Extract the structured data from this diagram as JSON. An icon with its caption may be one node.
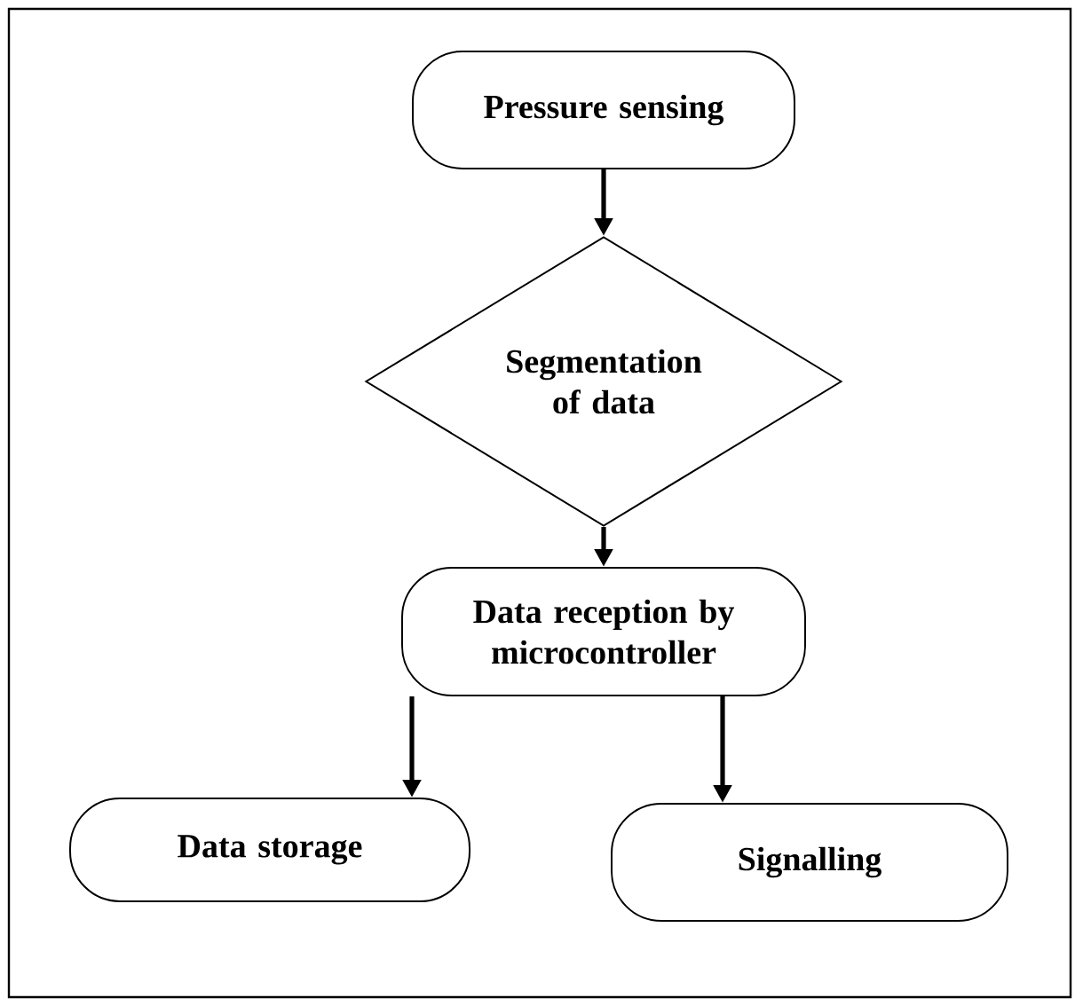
{
  "diagram": {
    "nodes": [
      {
        "text": [
          "Pressure sensing"
        ]
      },
      {
        "text": [
          "Segmentation of data"
        ]
      },
      {
        "text": [
          "Data reception by microcontroller"
        ]
      },
      {
        "text": [
          "Data storage"
        ]
      },
      {
        "text": [
          "Signalling"
        ]
      }
    ],
    "edges": [
      {
        "from": 0,
        "to": 1,
        "arrow": "to"
      },
      {
        "from": 1,
        "to": 2,
        "arrow": "to"
      },
      {
        "from": 2,
        "to": 3,
        "arrow": "to"
      },
      {
        "from": 2,
        "to": 4,
        "arrow": "to"
      }
    ]
  }
}
